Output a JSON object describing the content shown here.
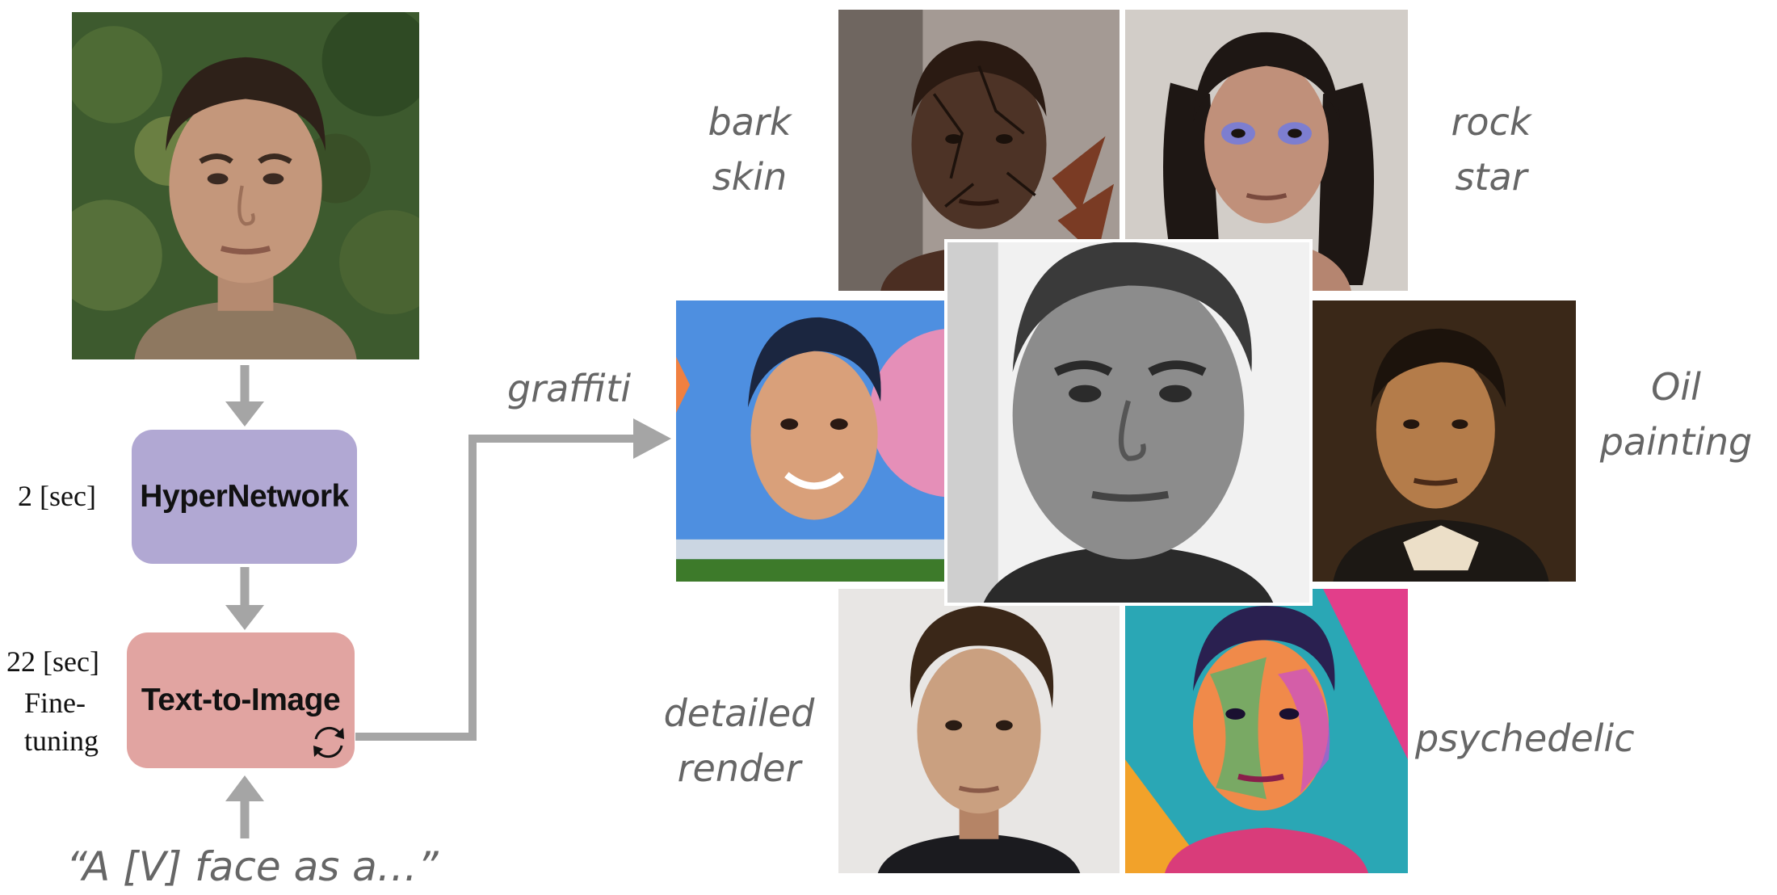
{
  "pipeline": {
    "hypernetwork": {
      "label": "HyperNetwork",
      "time": "2 [sec]",
      "color": "#b1a8d3"
    },
    "text_to_image": {
      "label": "Text-to-Image",
      "time": "22 [sec]",
      "sublabel_line1": "Fine-",
      "sublabel_line2": "tuning",
      "color": "#e1a4a1",
      "icon": "refresh-icon"
    },
    "prompt": "“A [V] face as a…”",
    "arrow_color": "#a5a5a5"
  },
  "styles": {
    "bark_skin": {
      "line1": "bark",
      "line2": "skin"
    },
    "rock_star": {
      "line1": "rock",
      "line2": "star"
    },
    "graffiti": "graffiti",
    "oil_painting": {
      "line1": "Oil",
      "line2": "painting"
    },
    "detailed_render": {
      "line1": "detailed",
      "line2": "render"
    },
    "psychedelic": "psychedelic"
  },
  "images": {
    "input": {
      "label": "input-face-photo"
    },
    "bark_skin": {
      "label": "bark-skin-image"
    },
    "rock_star": {
      "label": "rock-star-image"
    },
    "graffiti": {
      "label": "graffiti-image"
    },
    "center": {
      "label": "center-portrait-image"
    },
    "oil_painting": {
      "label": "oil-painting-image"
    },
    "detailed_render": {
      "label": "detailed-render-image"
    },
    "psychedelic": {
      "label": "psychedelic-image"
    }
  }
}
